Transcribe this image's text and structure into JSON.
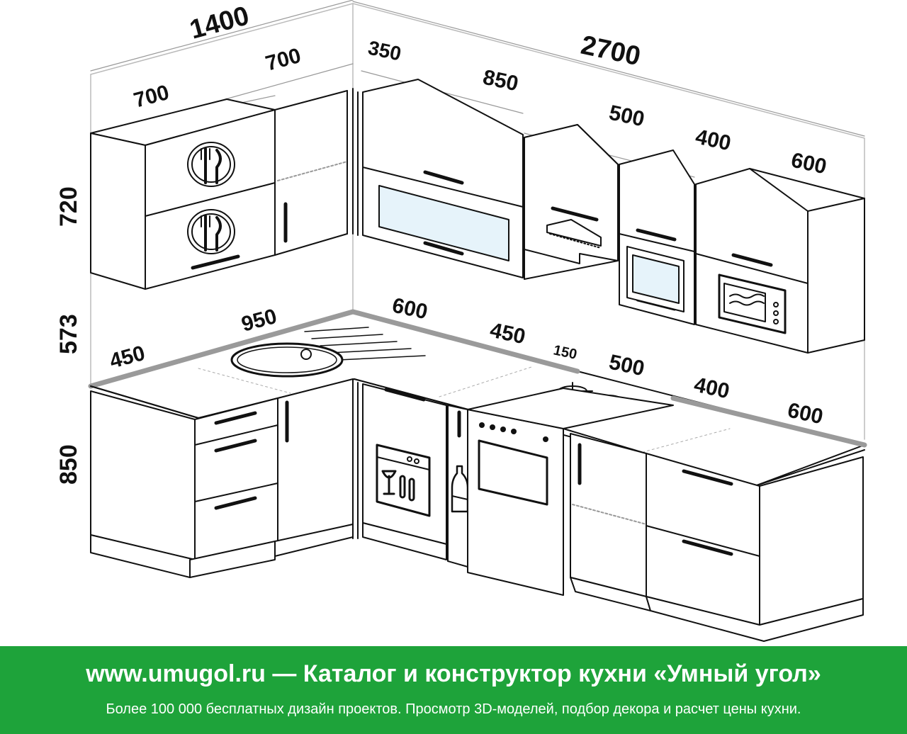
{
  "dimensions": {
    "upper_left_total": "1400",
    "upper_left_a": "700",
    "upper_left_b": "700",
    "upper_right_total": "2700",
    "upper_gap": "350",
    "upper_850": "850",
    "upper_500": "500",
    "upper_400": "400",
    "upper_600": "600",
    "height_upper": "720",
    "height_gap": "573",
    "height_lower": "850",
    "counter_450": "450",
    "counter_950": "950",
    "counter_600": "600",
    "counter_450b": "450",
    "counter_150": "150",
    "counter_500": "500",
    "counter_400": "400",
    "counter_600b": "600"
  },
  "banner": {
    "title": "www.umugol.ru  —  Каталог и конструктор кухни «Умный угол»",
    "subtitle": "Более 100 000 бесплатных дизайн проектов. Просмотр 3D-моделей, подбор декора и расчет цены кухни."
  },
  "colors": {
    "banner_bg": "#1ea33a",
    "glass": "#e6f3fa",
    "countertop_edge": "#9a9a9a"
  }
}
